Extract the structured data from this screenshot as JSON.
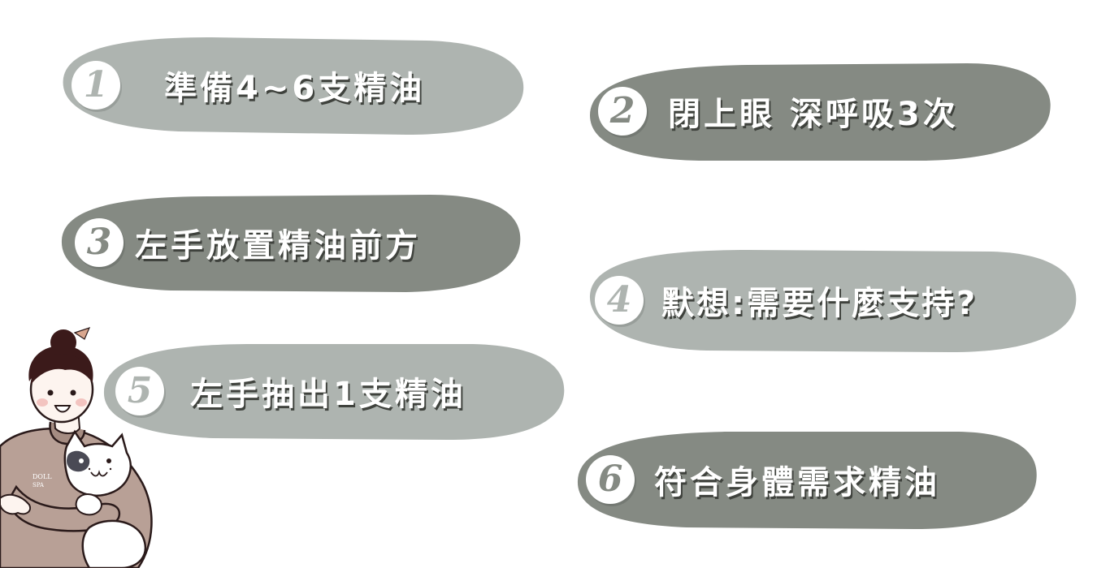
{
  "colors": {
    "light_blob": "#aeb4b0",
    "dark_blob": "#858a83",
    "label_text": "#ffffff",
    "label_shadow": "#3f423d",
    "number_circle": "#ffffff"
  },
  "steps": [
    {
      "number": "1",
      "label": "準備4~6支精油",
      "shade": "light"
    },
    {
      "number": "2",
      "label": "閉上眼 深呼吸3次",
      "shade": "dark"
    },
    {
      "number": "3",
      "label": "左手放置精油前方",
      "shade": "dark"
    },
    {
      "number": "4",
      "label": "默想:需要什麼支持?",
      "shade": "light"
    },
    {
      "number": "5",
      "label": "左手抽出1支精油",
      "shade": "light"
    },
    {
      "number": "6",
      "label": "符合身體需求精油",
      "shade": "dark"
    }
  ],
  "illustration": {
    "logo_line1": "DOLL",
    "logo_line2": "SPA"
  }
}
